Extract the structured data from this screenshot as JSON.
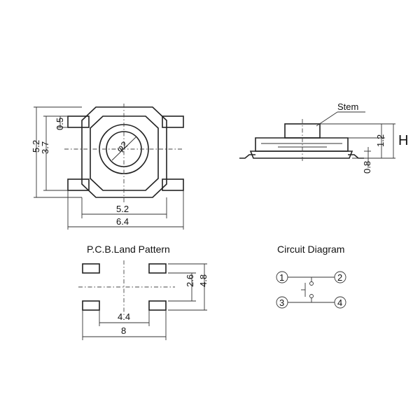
{
  "top_view": {
    "dim_height_outer": "5.2",
    "dim_height_inner": "3.7",
    "dim_terminal": "0.5",
    "dim_width_body": "5.2",
    "dim_width_total": "6.4",
    "stem_dia": "φ2"
  },
  "side_view": {
    "stem_label": "Stem",
    "dim_stem_height": "1.2",
    "dim_base_height": "0.8",
    "height_label": "H"
  },
  "pcb": {
    "title": "P.C.B.Land Pattern",
    "dim_inner_v": "2.6",
    "dim_outer_v": "4.8",
    "dim_inner_h": "4.4",
    "dim_outer_h": "8"
  },
  "circuit": {
    "title": "Circuit Diagram",
    "pins": [
      "1",
      "2",
      "3",
      "4"
    ]
  }
}
